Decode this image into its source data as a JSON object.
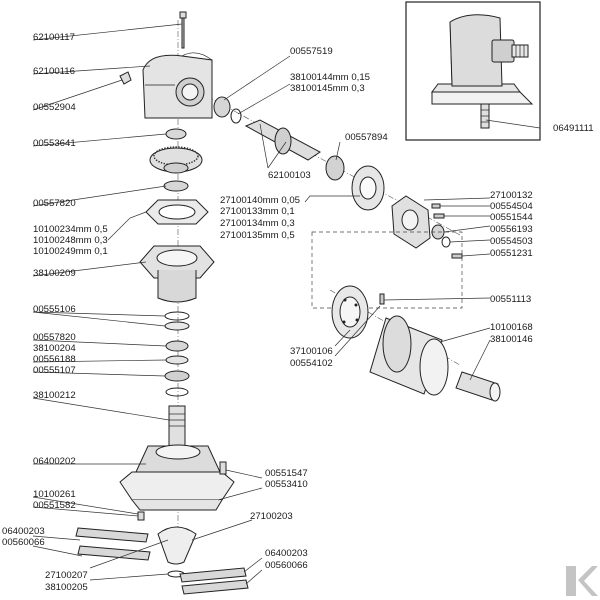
{
  "diagram": {
    "inset_part_number": "06491111",
    "part_labels": [
      "62100117",
      "62100116",
      "00552904",
      "00553641",
      "00557820",
      "10100234mm 0,5",
      "10100248mm 0,3",
      "10100249mm 0,1",
      "38100209",
      "00555106",
      "00557820",
      "38100204",
      "00556188",
      "00555107",
      "38100212",
      "06400202",
      "10100261",
      "00551582",
      "06400203",
      "00560066",
      "27100207",
      "38100205",
      "00557519",
      "38100144mm 0,15",
      "38100145mm 0,3",
      "00557894",
      "62100103",
      "27100140mm 0,05",
      "27100133mm 0,1",
      "27100134mm 0,3",
      "27100135mm 0,5",
      "27100132",
      "00554504",
      "00551544",
      "00556193",
      "00554503",
      "00551231",
      "00551113",
      "10100168",
      "38100146",
      "37100106",
      "00554102",
      "00551547",
      "00553410",
      "27100203",
      "06400203",
      "00560066"
    ]
  }
}
